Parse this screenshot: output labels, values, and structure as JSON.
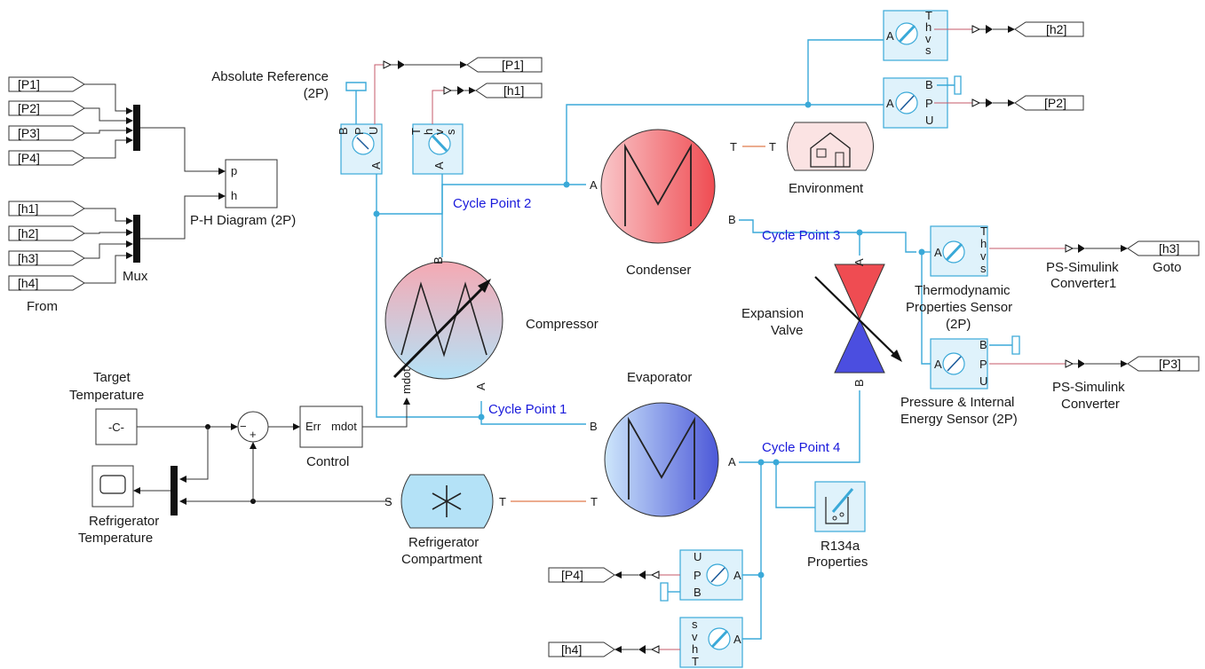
{
  "from_tags_p": [
    "[P1]",
    "[P2]",
    "[P3]",
    "[P4]"
  ],
  "from_tags_h": [
    "[h1]",
    "[h2]",
    "[h3]",
    "[h4]"
  ],
  "from_label": "From",
  "mux_label": "Mux",
  "ph": {
    "label": "P-H Diagram (2P)",
    "port_p": "p",
    "port_h": "h"
  },
  "abs_ref": {
    "line1": "Absolute Reference",
    "line2": "(2P)"
  },
  "goto_tags": {
    "p1": "[P1]",
    "h1": "[h1]",
    "h2": "[h2]",
    "p2": "[P2]",
    "h3": "[h3]",
    "p3": "[P3]",
    "p4": "[P4]",
    "h4": "[h4]"
  },
  "cycle_points": [
    "Cycle Point 1",
    "Cycle Point 2",
    "Cycle Point 3",
    "Cycle Point 4"
  ],
  "condenser": {
    "label": "Condenser",
    "port_a": "A",
    "port_b": "B"
  },
  "evaporator": {
    "label": "Evaporator",
    "port_a": "A",
    "port_b": "B"
  },
  "compressor": {
    "label": "Compressor",
    "port_a": "A",
    "port_b": "B",
    "port_mdot": "mdot"
  },
  "environment": {
    "label": "Environment",
    "port_t": "T",
    "port_t_out": "T"
  },
  "expansion": {
    "line1": "Expansion",
    "line2": "Valve",
    "port_a": "A",
    "port_b": "B"
  },
  "thermo_sensor": {
    "line1": "Thermodynamic",
    "line2": "Properties Sensor",
    "line3": "(2P)"
  },
  "pressure_sensor": {
    "line1": "Pressure & Internal",
    "line2": "Energy Sensor (2P)"
  },
  "ps_conv1": {
    "line1": "PS-Simulink",
    "line2": "Converter1"
  },
  "ps_conv": {
    "line1": "PS-Simulink",
    "line2": "Converter"
  },
  "goto_label": "Goto",
  "target": {
    "line1": "Target",
    "line2": "Temperature",
    "const": "-C-"
  },
  "scope": {
    "line1": "Refrigerator",
    "line2": "Temperature"
  },
  "control": {
    "label": "Control",
    "port_err": "Err",
    "port_mdot": "mdot"
  },
  "compartment": {
    "line1": "Refrigerator",
    "line2": "Compartment",
    "port_s": "S",
    "port_t": "T"
  },
  "r134a": {
    "line1": "R134a",
    "line2": "Properties"
  },
  "sum_signs": {
    "minus": "−",
    "plus": "+"
  },
  "port_letters": {
    "A": "A",
    "B": "B",
    "P": "P",
    "U": "U",
    "T": "T",
    "h": "h",
    "v": "v",
    "s": "s",
    "S": "S"
  },
  "colors": {
    "physical_line": "#3aa9d8",
    "thermal_line": "#e07a4c",
    "sensor_fill": "#dff2fb"
  }
}
